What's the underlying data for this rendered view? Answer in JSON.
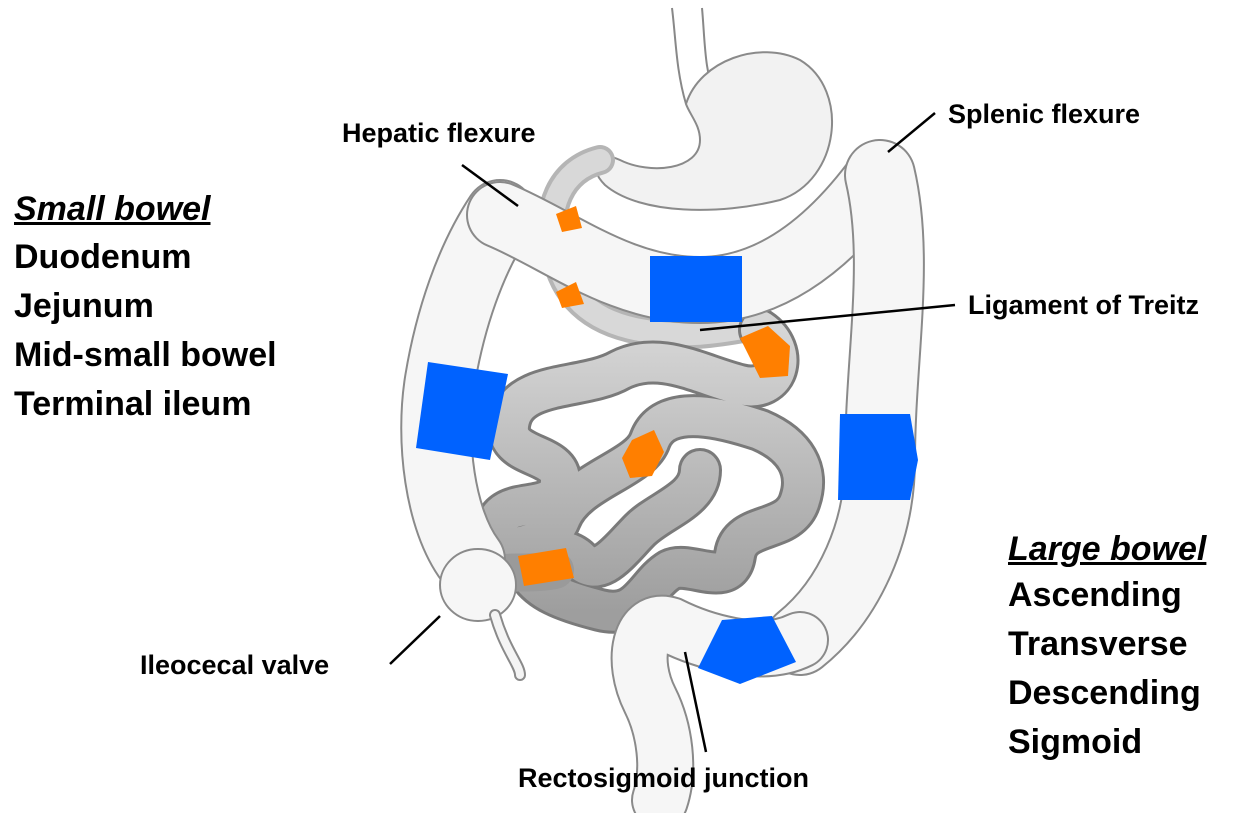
{
  "small_bowel": {
    "heading": "Small bowel",
    "items": [
      "Duodenum",
      "Jejunum",
      "Mid-small bowel",
      "Terminal ileum"
    ]
  },
  "large_bowel": {
    "heading": "Large bowel",
    "items": [
      "Ascending",
      "Transverse",
      "Descending",
      "Sigmoid"
    ]
  },
  "callouts": {
    "hepatic_flexure": "Hepatic flexure",
    "splenic_flexure": "Splenic flexure",
    "ligament_of_treitz": "Ligament of Treitz",
    "ileocecal_valve": "Ileocecal valve",
    "rectosigmoid_junction": "Rectosigmoid junction"
  },
  "colors": {
    "small_bowel_marker": "#ff7f00",
    "large_bowel_marker": "#0062ff",
    "small_bowel_fill": "#bdbdbd",
    "colon_fill": "#f4f4f4",
    "outline": "#777777"
  }
}
